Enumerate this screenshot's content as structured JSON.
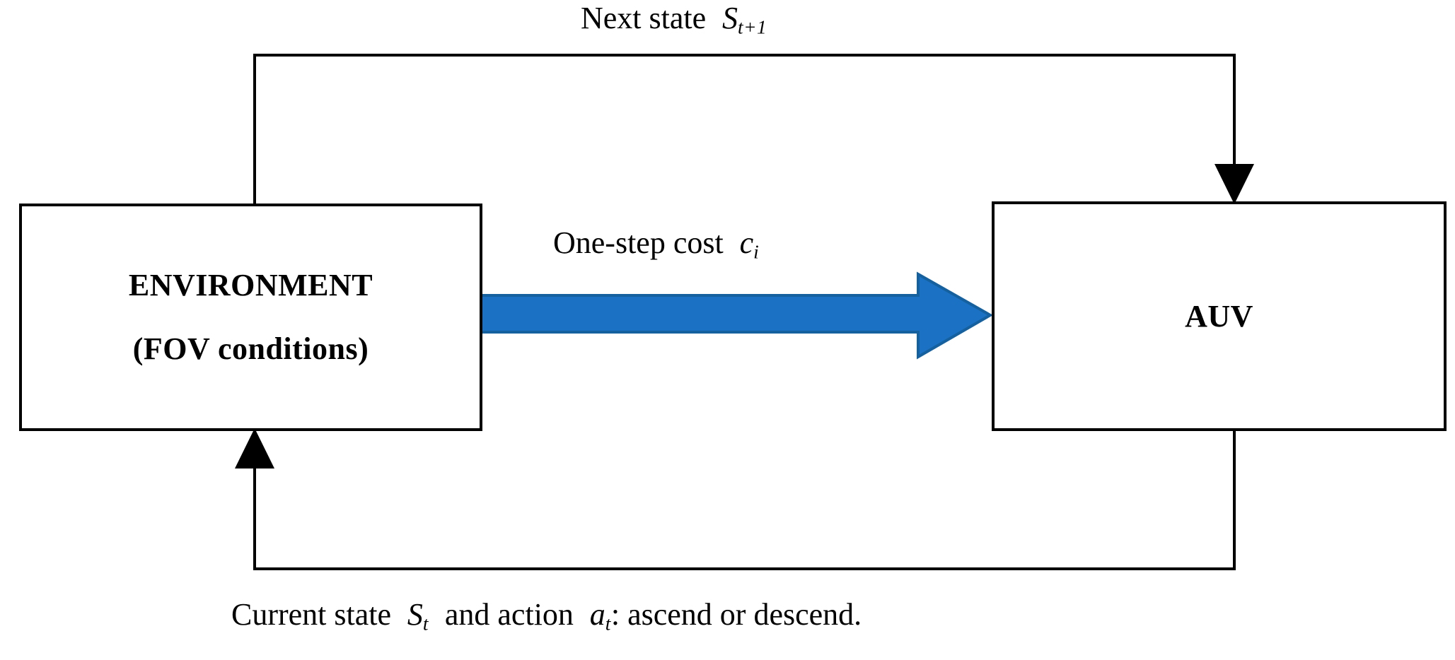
{
  "diagram": {
    "title": "AUV reinforcement-learning interaction loop",
    "background_color": "#FFFFFF",
    "line_color": "#000000",
    "accent_color": "#1B72C4"
  },
  "nodes": {
    "environment": {
      "line1": "ENVIRONMENT",
      "line2": "(FOV conditions)"
    },
    "auv": {
      "line1": "AUV"
    }
  },
  "edges": {
    "next_state": {
      "text_prefix": "Next state",
      "symbol": "S",
      "subscript": "t+1",
      "full_text": "Next state S t+1"
    },
    "one_step_cost": {
      "text_prefix": "One-step cost",
      "symbol": "c",
      "subscript": "i",
      "full_text": "One-step cost c i"
    },
    "current_state_action": {
      "text_1": "Current state",
      "symbol_1": "S",
      "subscript_1": "t",
      "text_2": "and action",
      "symbol_2": "a",
      "subscript_2": "t",
      "text_3": ": ascend or descend.",
      "full_text": "Current state S t and action a t : ascend or descend."
    }
  }
}
